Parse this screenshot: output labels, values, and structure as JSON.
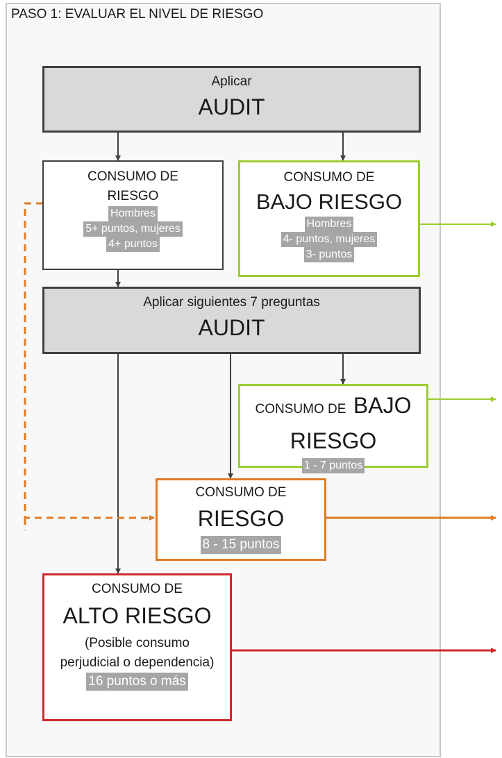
{
  "step_title": "PASO 1: EVALUAR EL NIVEL DE RIESGO",
  "box_apply_audit": {
    "line1": "Aplicar",
    "line2": "AUDIT"
  },
  "box_consumo_riesgo_1": {
    "title_line1": "CONSUMO DE",
    "title_line2": "RIESGO",
    "criteria": [
      "Hombres",
      "5+ puntos, mujeres",
      "4+ puntos"
    ]
  },
  "box_bajo_riesgo_1": {
    "title_line1": "CONSUMO DE",
    "title_line2": "BAJO RIESGO",
    "criteria": [
      "Hombres",
      "4- puntos, mujeres",
      "3- puntos"
    ]
  },
  "box_apply_7": {
    "line1": "Aplicar siguientes 7 preguntas",
    "line2": "AUDIT"
  },
  "box_bajo_riesgo_2": {
    "title_small": "CONSUMO DE",
    "title_big1": "BAJO",
    "title_big2": "RIESGO",
    "score": "1 - 7 puntos"
  },
  "box_riesgo_2": {
    "title_line1": "CONSUMO DE",
    "title_line2": "RIESGO",
    "score": "8 - 15 puntos"
  },
  "box_alto_riesgo": {
    "title_line1": "CONSUMO DE",
    "title_line2": "ALTO RIESGO",
    "desc_line1": "(Posible consumo",
    "desc_line2": "perjudicial o dependencia)",
    "score": "16 puntos o más"
  },
  "colors": {
    "dark": "#404040",
    "green": "#9ccc32",
    "orange": "#e07b25",
    "red": "#d0282c",
    "highlight": "#a6a6a6"
  }
}
